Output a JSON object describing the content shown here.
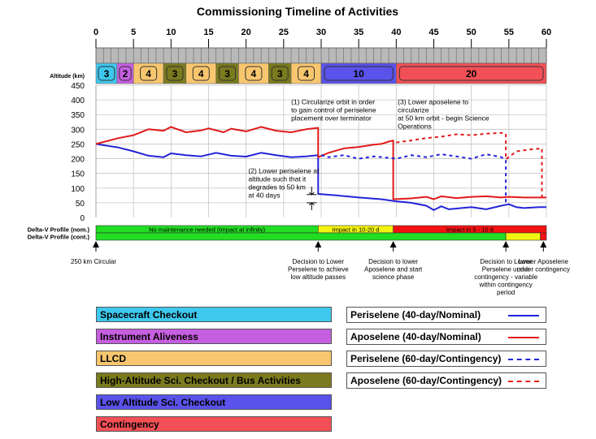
{
  "title": "Commissioning Timeline of Activities",
  "colors": {
    "checkout": "#3ec8ee",
    "aliveness": "#c65ee0",
    "llcd": "#f8c66e",
    "highalt": "#7a7a1f",
    "lowalt": "#5a52ea",
    "contingency": "#f25056",
    "perigee": "#2323d8",
    "apogee": "#e11b1b",
    "dv_green": "#22dd22",
    "dv_yellow": "#f4f410",
    "dv_red": "#f21212"
  },
  "chart_data": {
    "type": "line",
    "x_ticks": [
      0,
      5,
      10,
      15,
      20,
      25,
      30,
      35,
      40,
      45,
      50,
      55,
      60
    ],
    "y_ticks": [
      0,
      50,
      100,
      150,
      200,
      250,
      300,
      350,
      400,
      450
    ],
    "xlim": [
      0,
      60
    ],
    "ylim": [
      0,
      450
    ],
    "altitude_label": "Altitude (km)",
    "activity_segments": [
      {
        "x0": 0,
        "x1": 2.8,
        "label": "3",
        "activity": "checkout"
      },
      {
        "x0": 2.8,
        "x1": 5,
        "label": "2",
        "activity": "aliveness"
      },
      {
        "x0": 5,
        "x1": 9,
        "label": "4",
        "activity": "llcd"
      },
      {
        "x0": 9,
        "x1": 12,
        "label": "3",
        "activity": "highalt"
      },
      {
        "x0": 12,
        "x1": 16,
        "label": "4",
        "activity": "llcd"
      },
      {
        "x0": 16,
        "x1": 19,
        "label": "3",
        "activity": "highalt"
      },
      {
        "x0": 19,
        "x1": 23,
        "label": "4",
        "activity": "llcd"
      },
      {
        "x0": 23,
        "x1": 26,
        "label": "3",
        "activity": "highalt"
      },
      {
        "x0": 26,
        "x1": 30,
        "label": "4",
        "activity": "llcd"
      },
      {
        "x0": 30,
        "x1": 40,
        "label": "10",
        "activity": "lowalt"
      },
      {
        "x0": 40,
        "x1": 60,
        "label": "20",
        "activity": "contingency"
      }
    ],
    "series": [
      {
        "name": "Periselene (40-day/Nominal)",
        "style": "solid",
        "color_key": "perigee",
        "points": [
          [
            0,
            250
          ],
          [
            3,
            238
          ],
          [
            5,
            225
          ],
          [
            7,
            210
          ],
          [
            9,
            205
          ],
          [
            10,
            218
          ],
          [
            12,
            212
          ],
          [
            14,
            208
          ],
          [
            16,
            220
          ],
          [
            18,
            210
          ],
          [
            20,
            207
          ],
          [
            22,
            220
          ],
          [
            24,
            212
          ],
          [
            26,
            205
          ],
          [
            28,
            208
          ],
          [
            29.6,
            212
          ],
          [
            29.6,
            80
          ],
          [
            32,
            75
          ],
          [
            35,
            68
          ],
          [
            38,
            62
          ],
          [
            40,
            55
          ],
          [
            42,
            50
          ],
          [
            44,
            40
          ],
          [
            45,
            25
          ],
          [
            46,
            38
          ],
          [
            47,
            28
          ],
          [
            50,
            35
          ],
          [
            52,
            28
          ],
          [
            54,
            40
          ],
          [
            55,
            45
          ],
          [
            56,
            35
          ],
          [
            57,
            32
          ],
          [
            59,
            35
          ],
          [
            60,
            35
          ]
        ]
      },
      {
        "name": "Aposelene (40-day/Nominal)",
        "style": "solid",
        "color_key": "apogee",
        "points": [
          [
            0,
            250
          ],
          [
            3,
            270
          ],
          [
            5,
            280
          ],
          [
            7,
            300
          ],
          [
            9,
            295
          ],
          [
            10,
            308
          ],
          [
            12,
            290
          ],
          [
            14,
            296
          ],
          [
            15,
            303
          ],
          [
            17,
            290
          ],
          [
            18,
            302
          ],
          [
            20,
            293
          ],
          [
            22,
            308
          ],
          [
            24,
            295
          ],
          [
            26,
            290
          ],
          [
            28,
            300
          ],
          [
            29.6,
            305
          ],
          [
            29.6,
            205
          ],
          [
            31,
            220
          ],
          [
            33,
            235
          ],
          [
            35,
            240
          ],
          [
            37,
            248
          ],
          [
            38,
            250
          ],
          [
            39,
            258
          ],
          [
            39.6,
            262
          ],
          [
            39.6,
            62
          ],
          [
            42,
            65
          ],
          [
            44,
            70
          ],
          [
            45,
            62
          ],
          [
            46,
            72
          ],
          [
            48,
            66
          ],
          [
            50,
            70
          ],
          [
            52,
            72
          ],
          [
            54,
            68
          ],
          [
            55,
            70
          ],
          [
            57,
            68
          ],
          [
            59,
            68
          ],
          [
            60,
            68
          ]
        ]
      },
      {
        "name": "Periselene (60-day/Contingency)",
        "style": "dotted",
        "color_key": "perigee",
        "points": [
          [
            30,
            212
          ],
          [
            31,
            205
          ],
          [
            33,
            212
          ],
          [
            35,
            200
          ],
          [
            37,
            208
          ],
          [
            39,
            203
          ],
          [
            40,
            200
          ],
          [
            42,
            212
          ],
          [
            44,
            205
          ],
          [
            46,
            215
          ],
          [
            48,
            208
          ],
          [
            50,
            200
          ],
          [
            51,
            208
          ],
          [
            52,
            215
          ],
          [
            54,
            205
          ],
          [
            54.6,
            195
          ],
          [
            54.6,
            45
          ]
        ]
      },
      {
        "name": "Aposelene (60-day/Contingency)",
        "style": "dotted",
        "color_key": "apogee",
        "points": [
          [
            40,
            255
          ],
          [
            42,
            262
          ],
          [
            44,
            270
          ],
          [
            46,
            275
          ],
          [
            48,
            283
          ],
          [
            50,
            280
          ],
          [
            52,
            285
          ],
          [
            54,
            288
          ],
          [
            54.6,
            285
          ],
          [
            54.6,
            198
          ],
          [
            56,
            225
          ],
          [
            58,
            232
          ],
          [
            59.4,
            235
          ],
          [
            59.4,
            70
          ]
        ]
      }
    ],
    "annotations": [
      {
        "lines": [
          "(1) Circularize orbit in order",
          "to gain control of periselene",
          "placement over terminator"
        ],
        "x": 26,
        "y": 385
      },
      {
        "lines": [
          "(3) Lower aposelene to",
          "circularize",
          "at 50 km orbit - begin Science",
          "Operations"
        ],
        "x": 40.2,
        "y": 385
      },
      {
        "lines": [
          "(2) Lower periselene at",
          "altitude such that it",
          "degrades to 50 km",
          "at 40 days"
        ],
        "x": 20.3,
        "y": 150
      }
    ],
    "delta_v_nominal": {
      "label": "Delta-V Profile (nom.)",
      "segments": [
        {
          "x0": 0,
          "x1": 29.6,
          "color_key": "dv_green",
          "label": "No maintenance needed (Impact at infinity)"
        },
        {
          "x0": 29.6,
          "x1": 39.6,
          "color_key": "dv_yellow",
          "label": "Impact in 10-20 d"
        },
        {
          "x0": 39.6,
          "x1": 60,
          "color_key": "dv_red",
          "label": "Impact in 5 - 10 d"
        }
      ]
    },
    "delta_v_contingency": {
      "label": "Delta-V Profile (cont.)",
      "segments": [
        {
          "x0": 0,
          "x1": 54.6,
          "color_key": "dv_green",
          "label": ""
        },
        {
          "x0": 54.6,
          "x1": 59.2,
          "color_key": "dv_yellow",
          "label": ""
        },
        {
          "x0": 59.2,
          "x1": 60,
          "color_key": "dv_red",
          "label": ""
        }
      ]
    },
    "milestones": [
      {
        "x": 0,
        "lines": [
          "250 km Circular"
        ],
        "align": "left"
      },
      {
        "x": 29.6,
        "lines": [
          "Decision to Lower",
          "Perselene to achieve",
          "low altitude passes"
        ],
        "align": "middle"
      },
      {
        "x": 39.6,
        "lines": [
          "Decision to lower",
          "Aposelene and start",
          "science phase"
        ],
        "align": "middle"
      },
      {
        "x": 54.6,
        "lines": [
          "Decision to Lower",
          "Perselene under",
          "contingency - variable",
          "within contingency",
          "period"
        ],
        "align": "middle"
      },
      {
        "x": 59.6,
        "lines": [
          "Lower Aposelene",
          "under contingency"
        ],
        "align": "middle"
      }
    ]
  },
  "legend_activities": [
    {
      "label": "Spacecraft Checkout",
      "color_key": "checkout"
    },
    {
      "label": "Instrument Aliveness",
      "color_key": "aliveness"
    },
    {
      "label": "LLCD",
      "color_key": "llcd"
    },
    {
      "label": "High-Altitude Sci. Checkout / Bus Activities",
      "color_key": "highalt"
    },
    {
      "label": "Low Altitude Sci. Checkout",
      "color_key": "lowalt"
    },
    {
      "label": "Contingency",
      "color_key": "contingency"
    }
  ],
  "legend_lines": [
    {
      "label": "Periselene (40-day/Nominal)",
      "color_key": "perigee",
      "style": "solid"
    },
    {
      "label": "Aposelene (40-day/Nominal)",
      "color_key": "apogee",
      "style": "solid"
    },
    {
      "label": "Periselene (60-day/Contingency)",
      "color_key": "perigee",
      "style": "dotted"
    },
    {
      "label": "Aposelene (60-day/Contingency)",
      "color_key": "apogee",
      "style": "dotted"
    }
  ]
}
